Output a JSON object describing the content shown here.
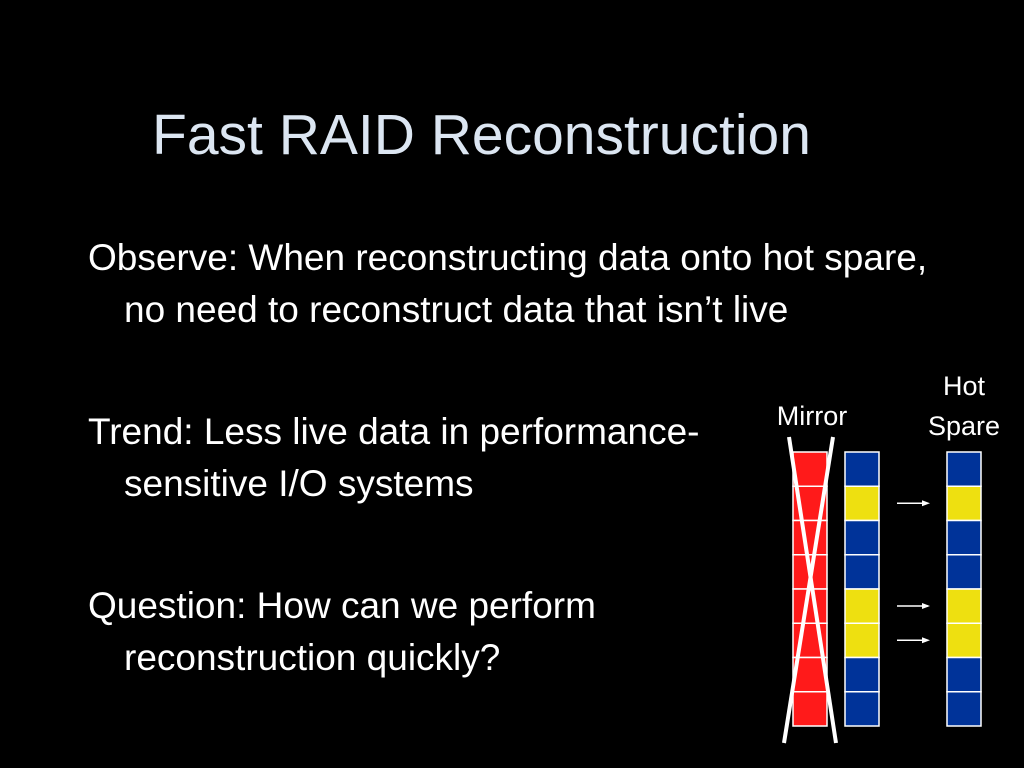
{
  "title": "Fast RAID Reconstruction",
  "bullets": [
    {
      "line1": "Observe: When reconstructing data onto hot spare,",
      "line2": "no need to reconstruct data that isn’t live"
    },
    {
      "line1": "Trend: Less live data in performance-",
      "line2": "sensitive I/O systems"
    },
    {
      "line1": "Question: How can we perform",
      "line2": "reconstruction quickly?"
    }
  ],
  "diagram": {
    "mirror_label": "Mirror",
    "hot_spare_label_line1": "Hot",
    "hot_spare_label_line2": "Spare",
    "colors": {
      "failed_disk": "#ff1a1a",
      "empty_block": "#003399",
      "live_block": "#eee010",
      "grid_lines": "#ffffff"
    },
    "failed_disk_blocks": 8,
    "surviving_disk_blocks": [
      "empty",
      "live",
      "empty",
      "empty",
      "live",
      "live",
      "empty",
      "empty"
    ],
    "hot_spare_blocks": [
      "empty",
      "live",
      "empty",
      "empty",
      "live",
      "live",
      "empty",
      "empty"
    ],
    "arrows_to_blocks": [
      1,
      4,
      5
    ],
    "failed_disk_crossed_out": true
  }
}
